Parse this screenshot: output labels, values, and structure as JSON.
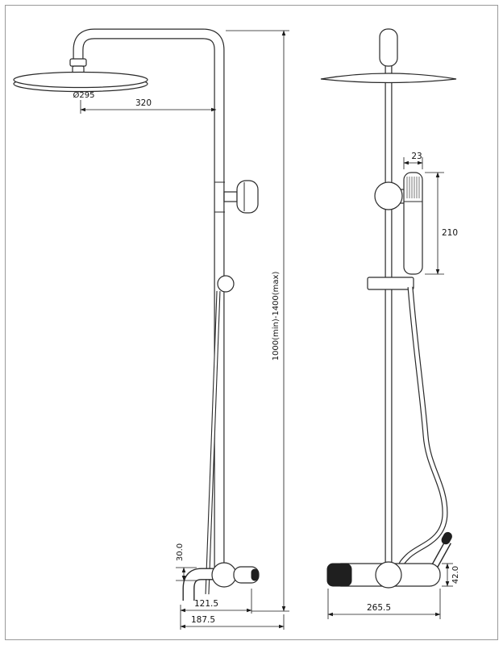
{
  "drawing": {
    "kind": "shower-column-technical-drawing",
    "views": [
      "front",
      "side"
    ]
  },
  "dimensions": {
    "head_diameter": "Ø295",
    "arm_projection": "320",
    "height_range": "1000(min)-1400(max)",
    "handset_width": "23",
    "handset_length": "210",
    "spout_drop": "30.0",
    "spout_reach": "121.5",
    "base_width": "187.5",
    "valve_height": "42.0",
    "valve_width": "265.5"
  },
  "colors": {
    "line": "#2a2a2a",
    "dimension": "#1a1a1a",
    "background": "#ffffff",
    "border": "#9a9a9a"
  }
}
